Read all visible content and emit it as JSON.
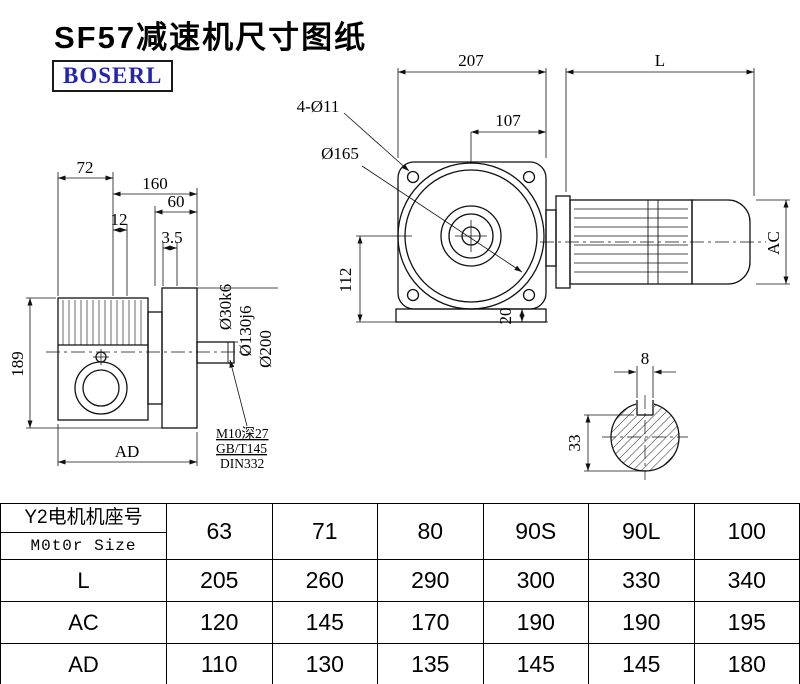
{
  "page": {
    "title": "SF57减速机尺寸图纸",
    "brand": "BOSERL"
  },
  "drawing": {
    "side": {
      "dim_72": "72",
      "dim_160": "160",
      "dim_60": "60",
      "dim_12": "12",
      "dim_3_5": "3.5",
      "dim_189": "189",
      "dim_AD": "AD",
      "shaft_dia": "Ø30k6",
      "spigot_dia": "Ø130j6",
      "flange_dia": "Ø200",
      "tap_note": "M10深27",
      "std_note1": "GB/T145",
      "std_note2": "DIN332"
    },
    "front": {
      "dim_207": "207",
      "dim_L": "L",
      "holes_note": "4-Ø11",
      "dim_107": "107",
      "dia_165": "Ø165",
      "dim_112": "112",
      "dim_20": "20",
      "dim_AC": "AC"
    },
    "section": {
      "dim_8": "8",
      "dim_33": "33"
    }
  },
  "table": {
    "header_line1": "Y2电机机座号",
    "header_line2": "M0t0r Size",
    "sizes": [
      "63",
      "71",
      "80",
      "90S",
      "90L",
      "100"
    ],
    "rows": [
      {
        "label": "L",
        "values": [
          "205",
          "260",
          "290",
          "300",
          "330",
          "340"
        ]
      },
      {
        "label": "AC",
        "values": [
          "120",
          "145",
          "170",
          "190",
          "190",
          "195"
        ]
      },
      {
        "label": "AD",
        "values": [
          "110",
          "130",
          "135",
          "145",
          "145",
          "180"
        ]
      }
    ]
  }
}
